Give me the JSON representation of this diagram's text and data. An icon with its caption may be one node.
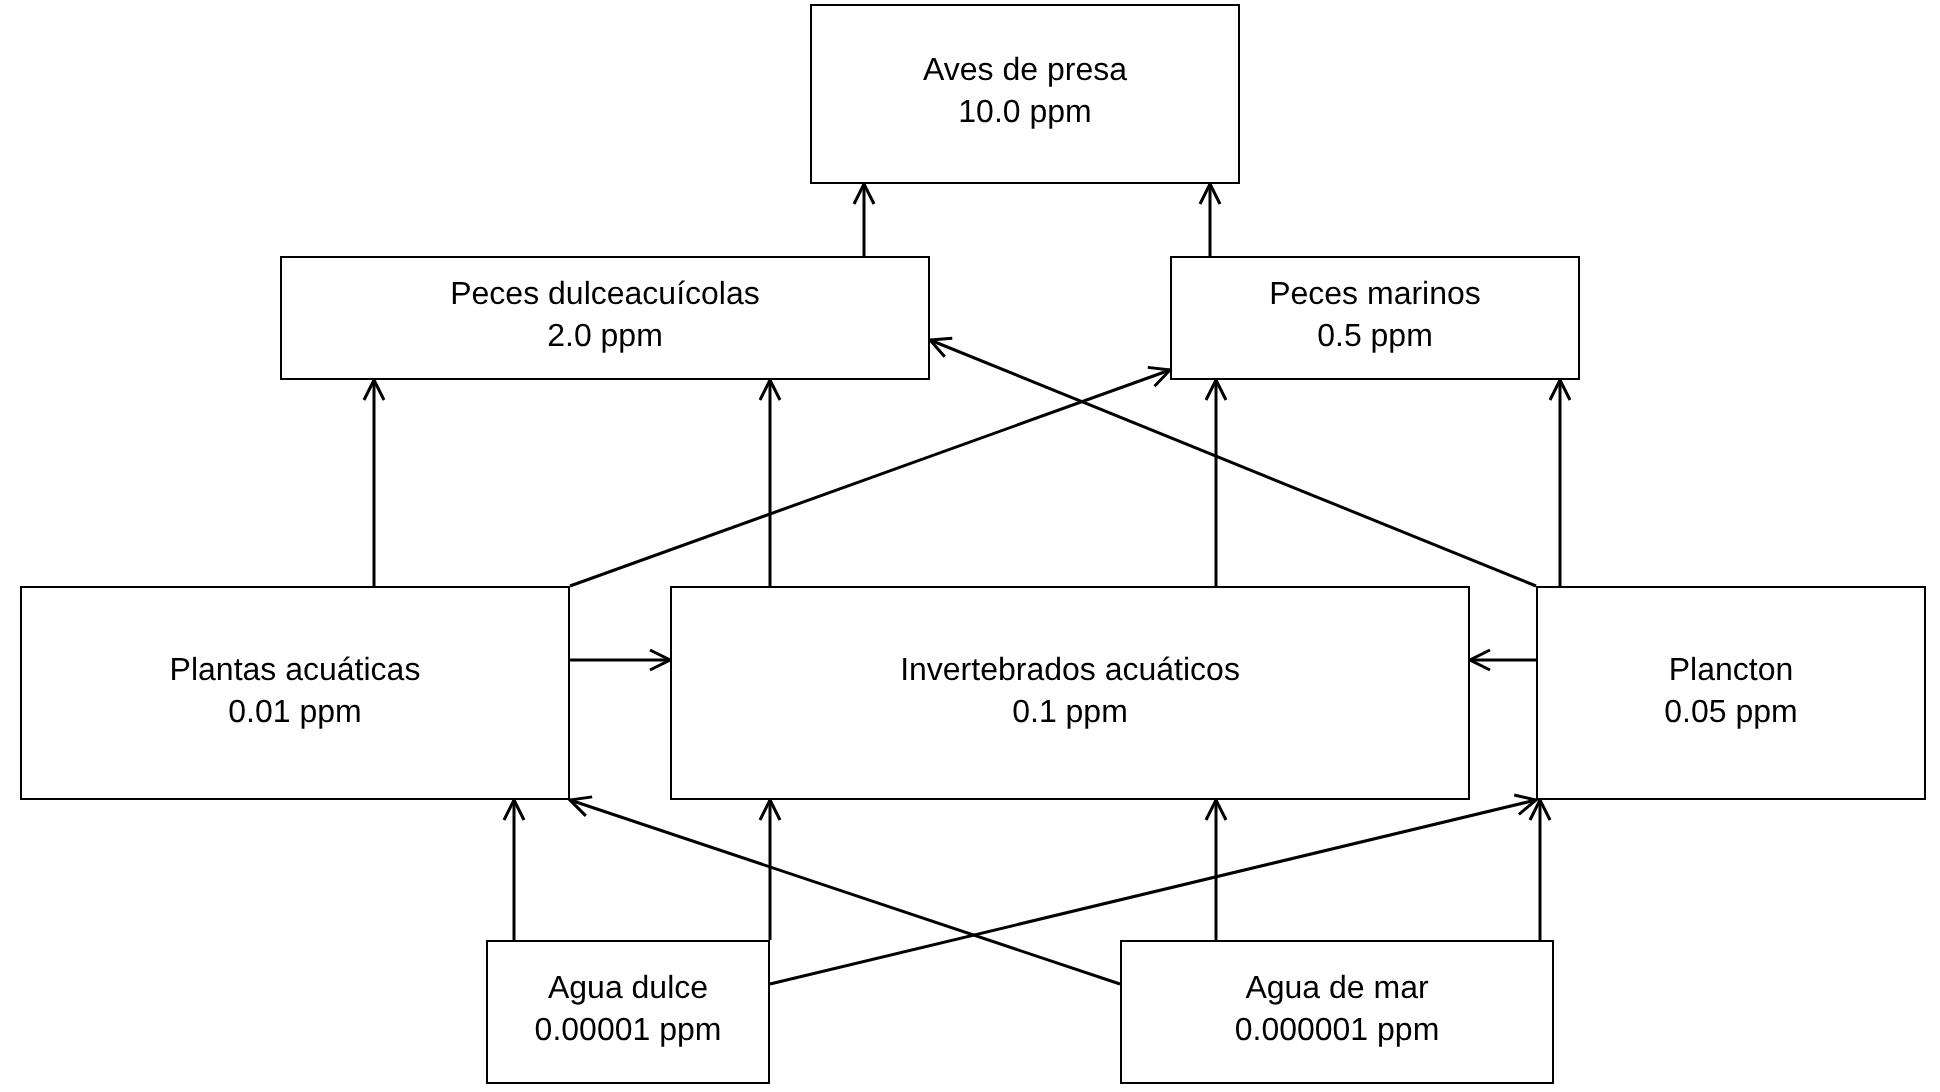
{
  "diagram": {
    "nodes": [
      {
        "text": [
          "Aves de presa",
          "10.0 ppm"
        ]
      },
      {
        "text": [
          "Peces dulceacuícolas",
          "2.0 ppm"
        ]
      },
      {
        "text": [
          "Peces marinos",
          "0.5 ppm"
        ]
      },
      {
        "text": [
          "Plantas acuáticas",
          "0.01 ppm"
        ]
      },
      {
        "text": [
          "Invertebrados acuáticos",
          "0.1 ppm"
        ]
      },
      {
        "text": [
          "Plancton",
          "0.05 ppm"
        ]
      },
      {
        "text": [
          "Agua dulce",
          "0.00001 ppm"
        ]
      },
      {
        "text": [
          "Agua de mar",
          "0.000001 ppm"
        ]
      }
    ],
    "edges": [
      {
        "from": 1,
        "to": 0,
        "arrow": "to"
      },
      {
        "from": 2,
        "to": 0,
        "arrow": "to"
      },
      {
        "from": 3,
        "to": 1,
        "arrow": "to"
      },
      {
        "from": 4,
        "to": 1,
        "arrow": "to"
      },
      {
        "from": 5,
        "to": 1,
        "arrow": "to"
      },
      {
        "from": 3,
        "to": 2,
        "arrow": "to"
      },
      {
        "from": 4,
        "to": 2,
        "arrow": "to"
      },
      {
        "from": 5,
        "to": 2,
        "arrow": "to"
      },
      {
        "from": 3,
        "to": 4,
        "arrow": "to"
      },
      {
        "from": 5,
        "to": 4,
        "arrow": "to"
      },
      {
        "from": 6,
        "to": 3,
        "arrow": "to"
      },
      {
        "from": 6,
        "to": 4,
        "arrow": "to"
      },
      {
        "from": 6,
        "to": 5,
        "arrow": "to"
      },
      {
        "from": 7,
        "to": 3,
        "arrow": "to"
      },
      {
        "from": 7,
        "to": 4,
        "arrow": "to"
      },
      {
        "from": 7,
        "to": 5,
        "arrow": "to"
      }
    ]
  }
}
